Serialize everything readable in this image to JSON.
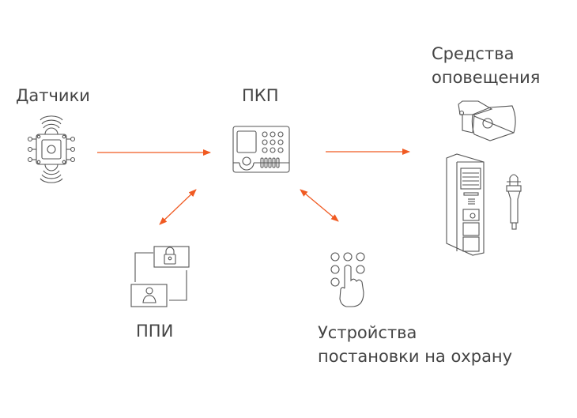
{
  "nodes": {
    "sensors": "Датчики",
    "panel": "ПКП",
    "notification_line1": "Средства",
    "notification_line2": "оповещения",
    "ppi": "ППИ",
    "arming_line1": "Устройства",
    "arming_line2": "постановки на охрану"
  },
  "colors": {
    "arrow": "#f05a22",
    "icon": "#555555",
    "text": "#444444"
  }
}
